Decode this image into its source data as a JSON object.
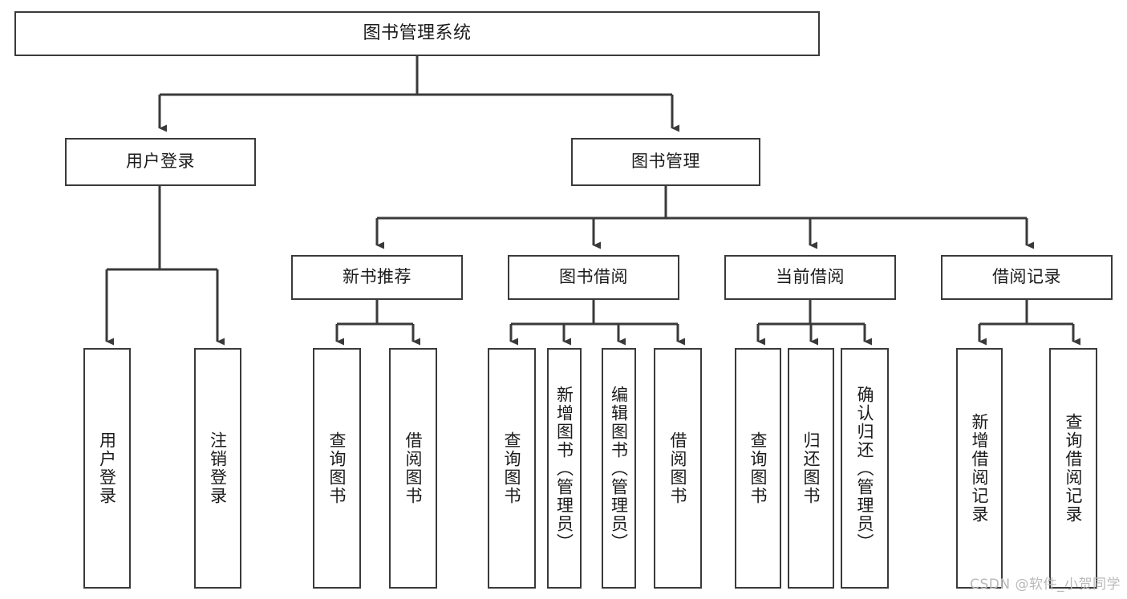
{
  "diagram": {
    "type": "hierarchy-tree",
    "orientation": "top-down",
    "stroke_color": "#3a3a3a",
    "text_color": "#1b1b1b",
    "background": "#ffffff",
    "root": {
      "label": "图书管理系统"
    },
    "level1": [
      {
        "label": "用户登录"
      },
      {
        "label": "图书管理"
      }
    ],
    "level2": [
      {
        "label": "新书推荐"
      },
      {
        "label": "图书借阅"
      },
      {
        "label": "当前借阅"
      },
      {
        "label": "借阅记录"
      }
    ],
    "leaves": {
      "user_login": [
        {
          "label": "用户登录"
        },
        {
          "label": "注销登录"
        }
      ],
      "new_book_recommend": [
        {
          "label": "查询图书"
        },
        {
          "label": "借阅图书"
        }
      ],
      "book_borrow": [
        {
          "label": "查询图书"
        },
        {
          "label": "新增图书（管理员）"
        },
        {
          "label": "编辑图书（管理员）"
        },
        {
          "label": "借阅图书"
        }
      ],
      "current_borrow": [
        {
          "label": "查询图书"
        },
        {
          "label": "归还图书"
        },
        {
          "label": "确认归还（管理员）"
        }
      ],
      "borrow_record": [
        {
          "label": "新增借阅记录"
        },
        {
          "label": "查询借阅记录"
        }
      ]
    }
  },
  "watermark": {
    "text": "CSDN @软件_小贺同学",
    "color": "#b9b9b9"
  }
}
